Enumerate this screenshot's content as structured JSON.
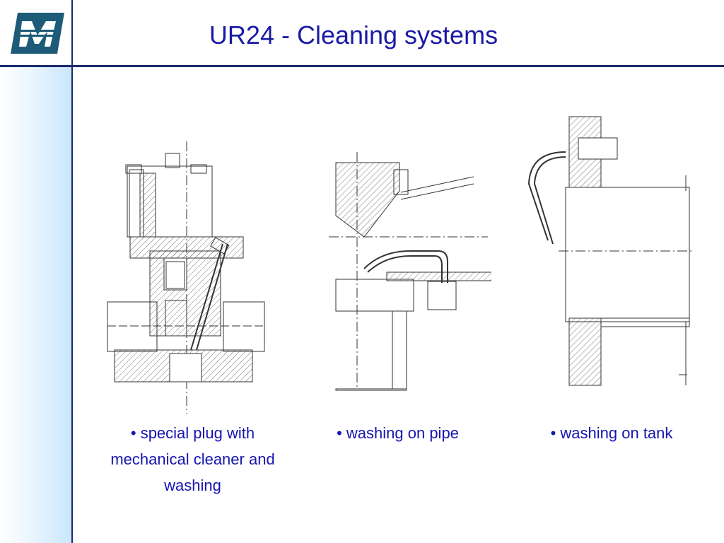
{
  "slide": {
    "title": "UR24 - Cleaning systems",
    "captions": [
      {
        "bullet": "•",
        "text": "special plug with mechanical cleaner and washing"
      },
      {
        "bullet": "•",
        "text": "washing on pipe"
      },
      {
        "bullet": "•",
        "text": "washing on tank"
      }
    ]
  },
  "colors": {
    "rule": "#1a2a6c",
    "title": "#1a1aa6",
    "caption": "#1515b0",
    "logo": "#1d5b78",
    "drawing": "#333333"
  },
  "icons": [
    "company-logo-m"
  ]
}
